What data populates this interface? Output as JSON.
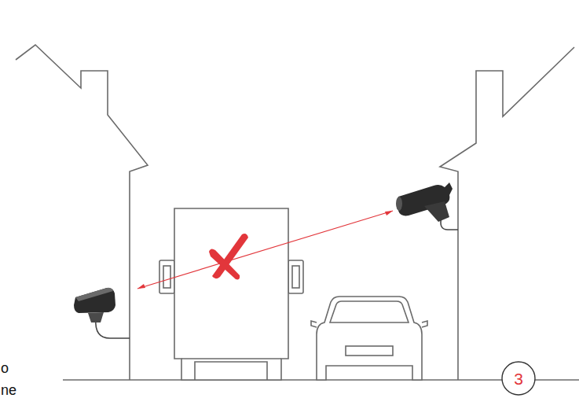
{
  "diagram": {
    "nodes": [
      {
        "text": [
          "3"
        ]
      }
    ],
    "labels": [
      "o",
      "ne"
    ]
  }
}
